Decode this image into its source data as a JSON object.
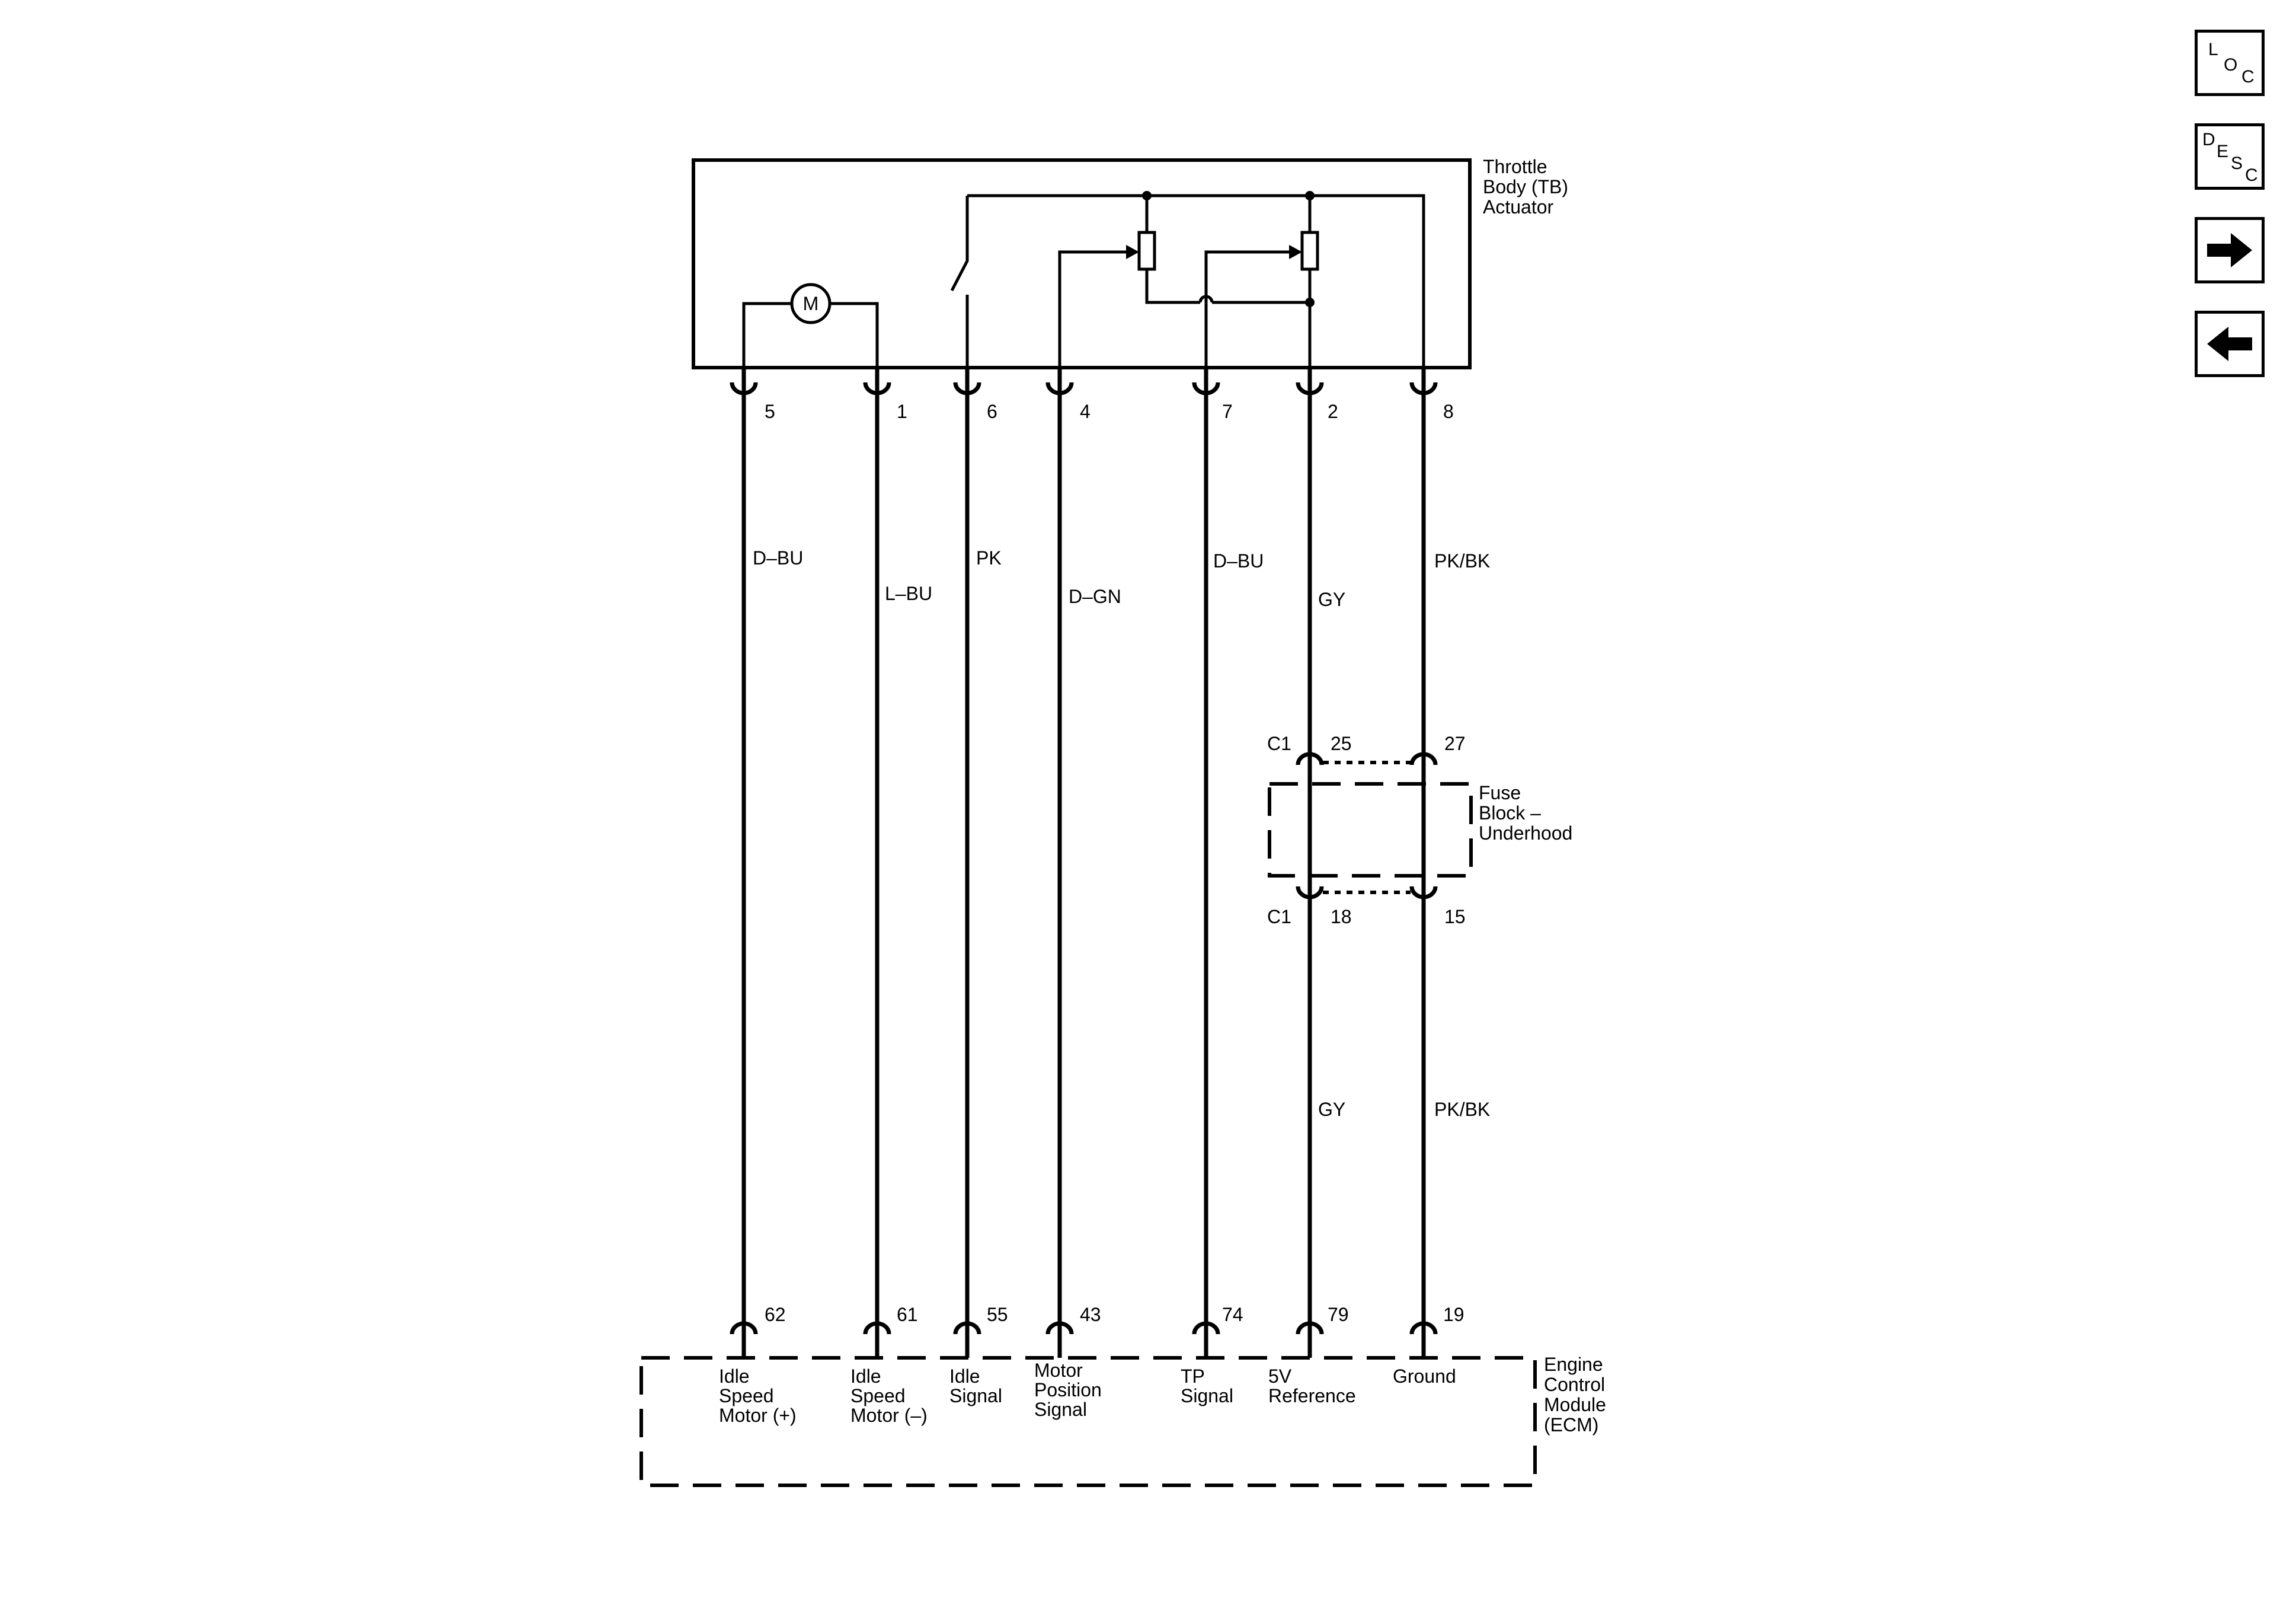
{
  "component_tb": {
    "line1": "Throttle",
    "line2": "Body (TB)",
    "line3": "Actuator"
  },
  "motor_symbol": "M",
  "tb_pins": [
    "5",
    "1",
    "6",
    "4",
    "7",
    "2",
    "8"
  ],
  "wire_colors_upper": [
    "D–BU",
    "L–BU",
    "PK",
    "D–GN",
    "D–BU",
    "GY",
    "PK/BK"
  ],
  "fuse_block": {
    "line1": "Fuse",
    "line2": "Block –",
    "line3": "Underhood",
    "conn_top": "C1",
    "conn_bottom": "C1",
    "top_pins": [
      "25",
      "27"
    ],
    "bottom_pins": [
      "18",
      "15"
    ]
  },
  "wire_colors_lower": [
    "GY",
    "PK/BK"
  ],
  "ecm_pins": [
    "62",
    "61",
    "55",
    "43",
    "74",
    "79",
    "19"
  ],
  "ecm_labels": [
    [
      "Idle",
      "Speed",
      "Motor (+)"
    ],
    [
      "Idle",
      "Speed",
      "Motor (–)"
    ],
    [
      "Idle",
      "Signal"
    ],
    [
      "Motor",
      "Position",
      "Signal"
    ],
    [
      "TP",
      "Signal"
    ],
    [
      "5V",
      "Reference"
    ],
    [
      "Ground"
    ]
  ],
  "component_ecm": {
    "line1": "Engine",
    "line2": "Control",
    "line3": "Module",
    "line4": "(ECM)"
  },
  "nav": {
    "loc": [
      "L",
      "O",
      "C"
    ],
    "desc": [
      "D",
      "E",
      "S",
      "C"
    ],
    "next_icon": "arrow-right-icon",
    "prev_icon": "arrow-left-icon"
  }
}
